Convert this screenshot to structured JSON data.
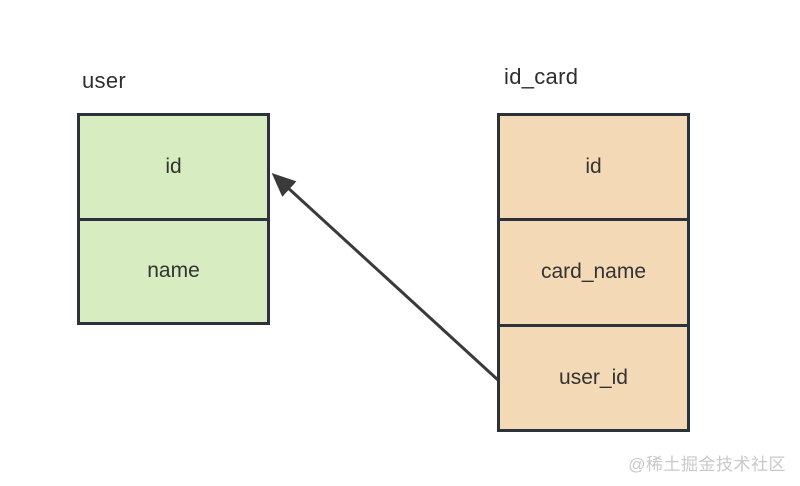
{
  "diagram": {
    "tables": [
      {
        "title": "user",
        "fill": "#d7ecc0",
        "fields": [
          "id",
          "name"
        ]
      },
      {
        "title": "id_card",
        "fill": "#f3d9b6",
        "fields": [
          "id",
          "card_name",
          "user_id"
        ]
      }
    ],
    "relationship": {
      "from_table": "id_card",
      "from_field": "user_id",
      "to_table": "user",
      "to_field": "id"
    },
    "colors": {
      "border": "#2b323b",
      "arrow": "#3a3a3a",
      "text": "#333333",
      "watermark": "#c9c9c9"
    },
    "watermark": "@稀土掘金技术社区"
  }
}
